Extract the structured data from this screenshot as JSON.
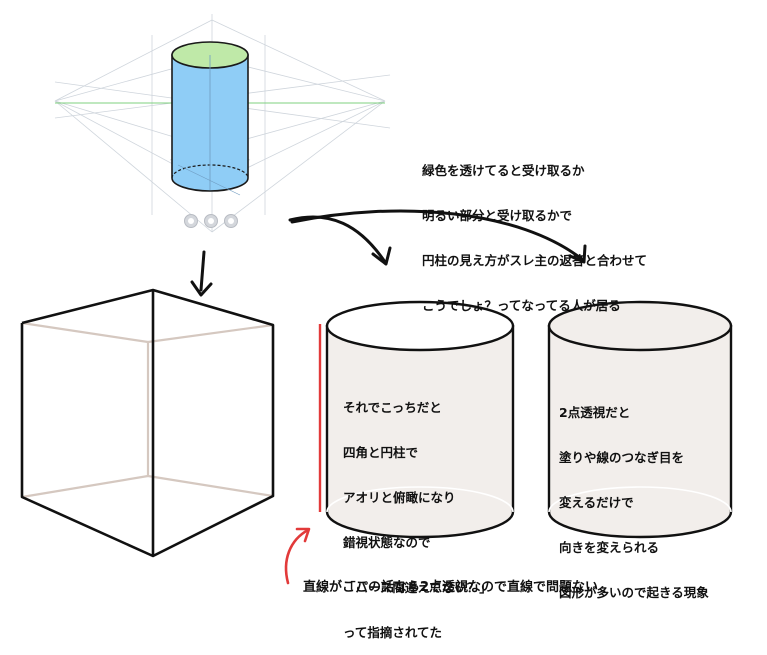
{
  "top_note": {
    "lines": [
      "緑色を透けてると受け取るか",
      "明るい部分と受け取るかで",
      "円柱の見え方がスレ主の返答と合わせて",
      "こうでしょ？ってなってる人が居る"
    ]
  },
  "middle_cylinder_text": {
    "lines": [
      "それでこっちだと",
      "四角と円柱で",
      "アオリと俯瞰になり",
      "錯視状態なので",
      "「パース間違えてない？」",
      "って指摘されてた"
    ]
  },
  "right_cylinder_text": {
    "lines": [
      "2点透視だと",
      "塗りや線のつなぎ目を",
      "変えるだけで",
      "向きを変えられる",
      "図形が多いので起きる現象"
    ]
  },
  "bottom_caption": "直線がここの話なら2点透視なので直線で問題ない",
  "colors": {
    "cylinder_body": "#8fcdf6",
    "cylinder_top": "#bfe9a8",
    "guide_line": "#c9d0d8",
    "horizon": "#7fd07f",
    "hidden_edge": "#d5c8c0",
    "cylinder_fill": "#f2eeeb",
    "red_line": "#e23a3a"
  },
  "icons": [
    "zoom-icon",
    "fit-icon",
    "reset-icon"
  ]
}
